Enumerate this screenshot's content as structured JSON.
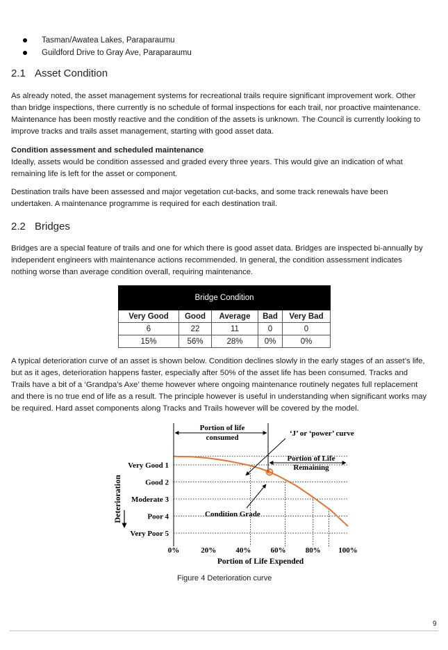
{
  "bullets": [
    "Tasman/Awatea Lakes, Paraparaumu",
    "Guildford Drive to Gray Ave, Paraparaumu"
  ],
  "section_2_1": {
    "number": "2.1",
    "title": "Asset Condition",
    "para1": "As already noted, the asset management systems for recreational trails require significant improvement work. Other than bridge inspections, there currently is no schedule of formal inspections for each trail, nor proactive maintenance.   Maintenance has been mostly reactive and the condition of the assets is unknown.  The Council is currently looking to improve tracks and trails asset management, starting with good asset data.",
    "subheading": "Condition assessment and scheduled maintenance",
    "para2": "Ideally, assets would be condition assessed and graded every three years. This would give an indication of what remaining life is left for the asset or component.",
    "para3": "Destination trails have been assessed and major vegetation cut-backs, and some track renewals have been undertaken.  A maintenance programme is required for each destination trail."
  },
  "section_2_2": {
    "number": "2.2",
    "title": "Bridges",
    "para1": "Bridges are a special feature of trails and one for which there is good asset data.  Bridges are inspected bi-annually by independent engineers with maintenance actions recommended.  In general, the condition assessment indicates nothing worse than average condition overall, requiring maintenance.",
    "table": {
      "title": "Bridge Condition",
      "headers": [
        "Very Good",
        "Good",
        "Average",
        "Bad",
        "Very Bad"
      ],
      "counts": [
        "6",
        "22",
        "11",
        "0",
        "0"
      ],
      "percents": [
        "15%",
        "56%",
        "28%",
        "0%",
        "0%"
      ]
    },
    "para2": "A typical deterioration curve of an asset is shown below.  Condition declines slowly in the early stages of an asset’s life, but as it ages, deterioration happens faster, especially after 50% of the asset life has been consumed. Tracks and Trails have a bit of a ‘Grandpa’s Axe’ theme however where ongoing maintenance routinely negates full replacement and there is no true end of life as a result. The principle however is useful in understanding when significant works may be required. Hard asset components along Tracks and Trails however will be covered by the model."
  },
  "chart_data": {
    "type": "line",
    "xlabel": "Portion of Life Expended",
    "ylabel": "Deterioration",
    "x_ticks": [
      "0%",
      "20%",
      "40%",
      "60%",
      "80%",
      "100%"
    ],
    "y_ticks": [
      "Very Good 1",
      "Good 2",
      "Moderate 3",
      "Poor 4",
      "Very Poor 5"
    ],
    "xlim": [
      0,
      100
    ],
    "ylim": [
      1,
      5
    ],
    "series": [
      {
        "x": [
          0,
          10,
          20,
          30,
          40,
          45,
          50,
          55,
          60,
          70,
          80,
          90,
          100
        ],
        "y": [
          0.5,
          0.52,
          0.6,
          0.75,
          0.95,
          1.07,
          1.22,
          1.42,
          1.65,
          2.2,
          2.9,
          3.65,
          4.6
        ],
        "color": "#e8742a"
      }
    ],
    "marker": {
      "x": 55,
      "y": 1.42
    },
    "dotted_x": [
      44,
      64,
      80,
      89
    ],
    "annotations": {
      "consumed": [
        "Portion of life",
        "consumed"
      ],
      "remaining": [
        "Portion of Life",
        "Remaining"
      ],
      "curve": "‘J’ or ‘power’ curve",
      "grade": "Condition Grade"
    }
  },
  "caption": "Figure 4 Deterioration curve",
  "page_number": "9"
}
